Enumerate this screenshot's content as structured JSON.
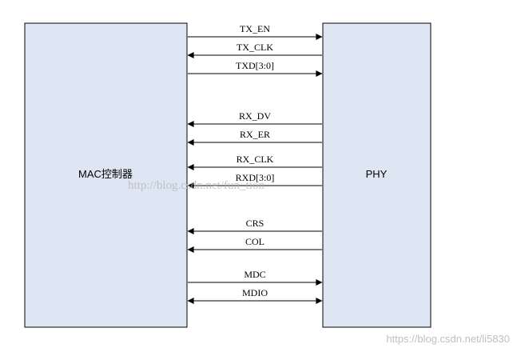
{
  "blocks": {
    "mac": "MAC控制器",
    "phy": "PHY"
  },
  "signals": [
    {
      "name": "TX_EN",
      "direction": "to_phy"
    },
    {
      "name": "TX_CLK",
      "direction": "to_mac"
    },
    {
      "name": "TXD[3:0]",
      "direction": "to_phy"
    },
    {
      "name": "RX_DV",
      "direction": "to_mac"
    },
    {
      "name": "RX_ER",
      "direction": "to_mac"
    },
    {
      "name": "RX_CLK",
      "direction": "to_mac"
    },
    {
      "name": "RXD[3:0]",
      "direction": "to_mac"
    },
    {
      "name": "CRS",
      "direction": "to_mac"
    },
    {
      "name": "COL",
      "direction": "to_mac"
    },
    {
      "name": "MDC",
      "direction": "to_phy"
    },
    {
      "name": "MDIO",
      "direction": "bidirectional"
    }
  ],
  "watermark": {
    "center": "http://blog.csdn.net/fun_tion",
    "corner": "https://blog.csdn.net/li5830"
  },
  "colors": {
    "block_fill": "#dee6f4",
    "line": "#000000"
  }
}
